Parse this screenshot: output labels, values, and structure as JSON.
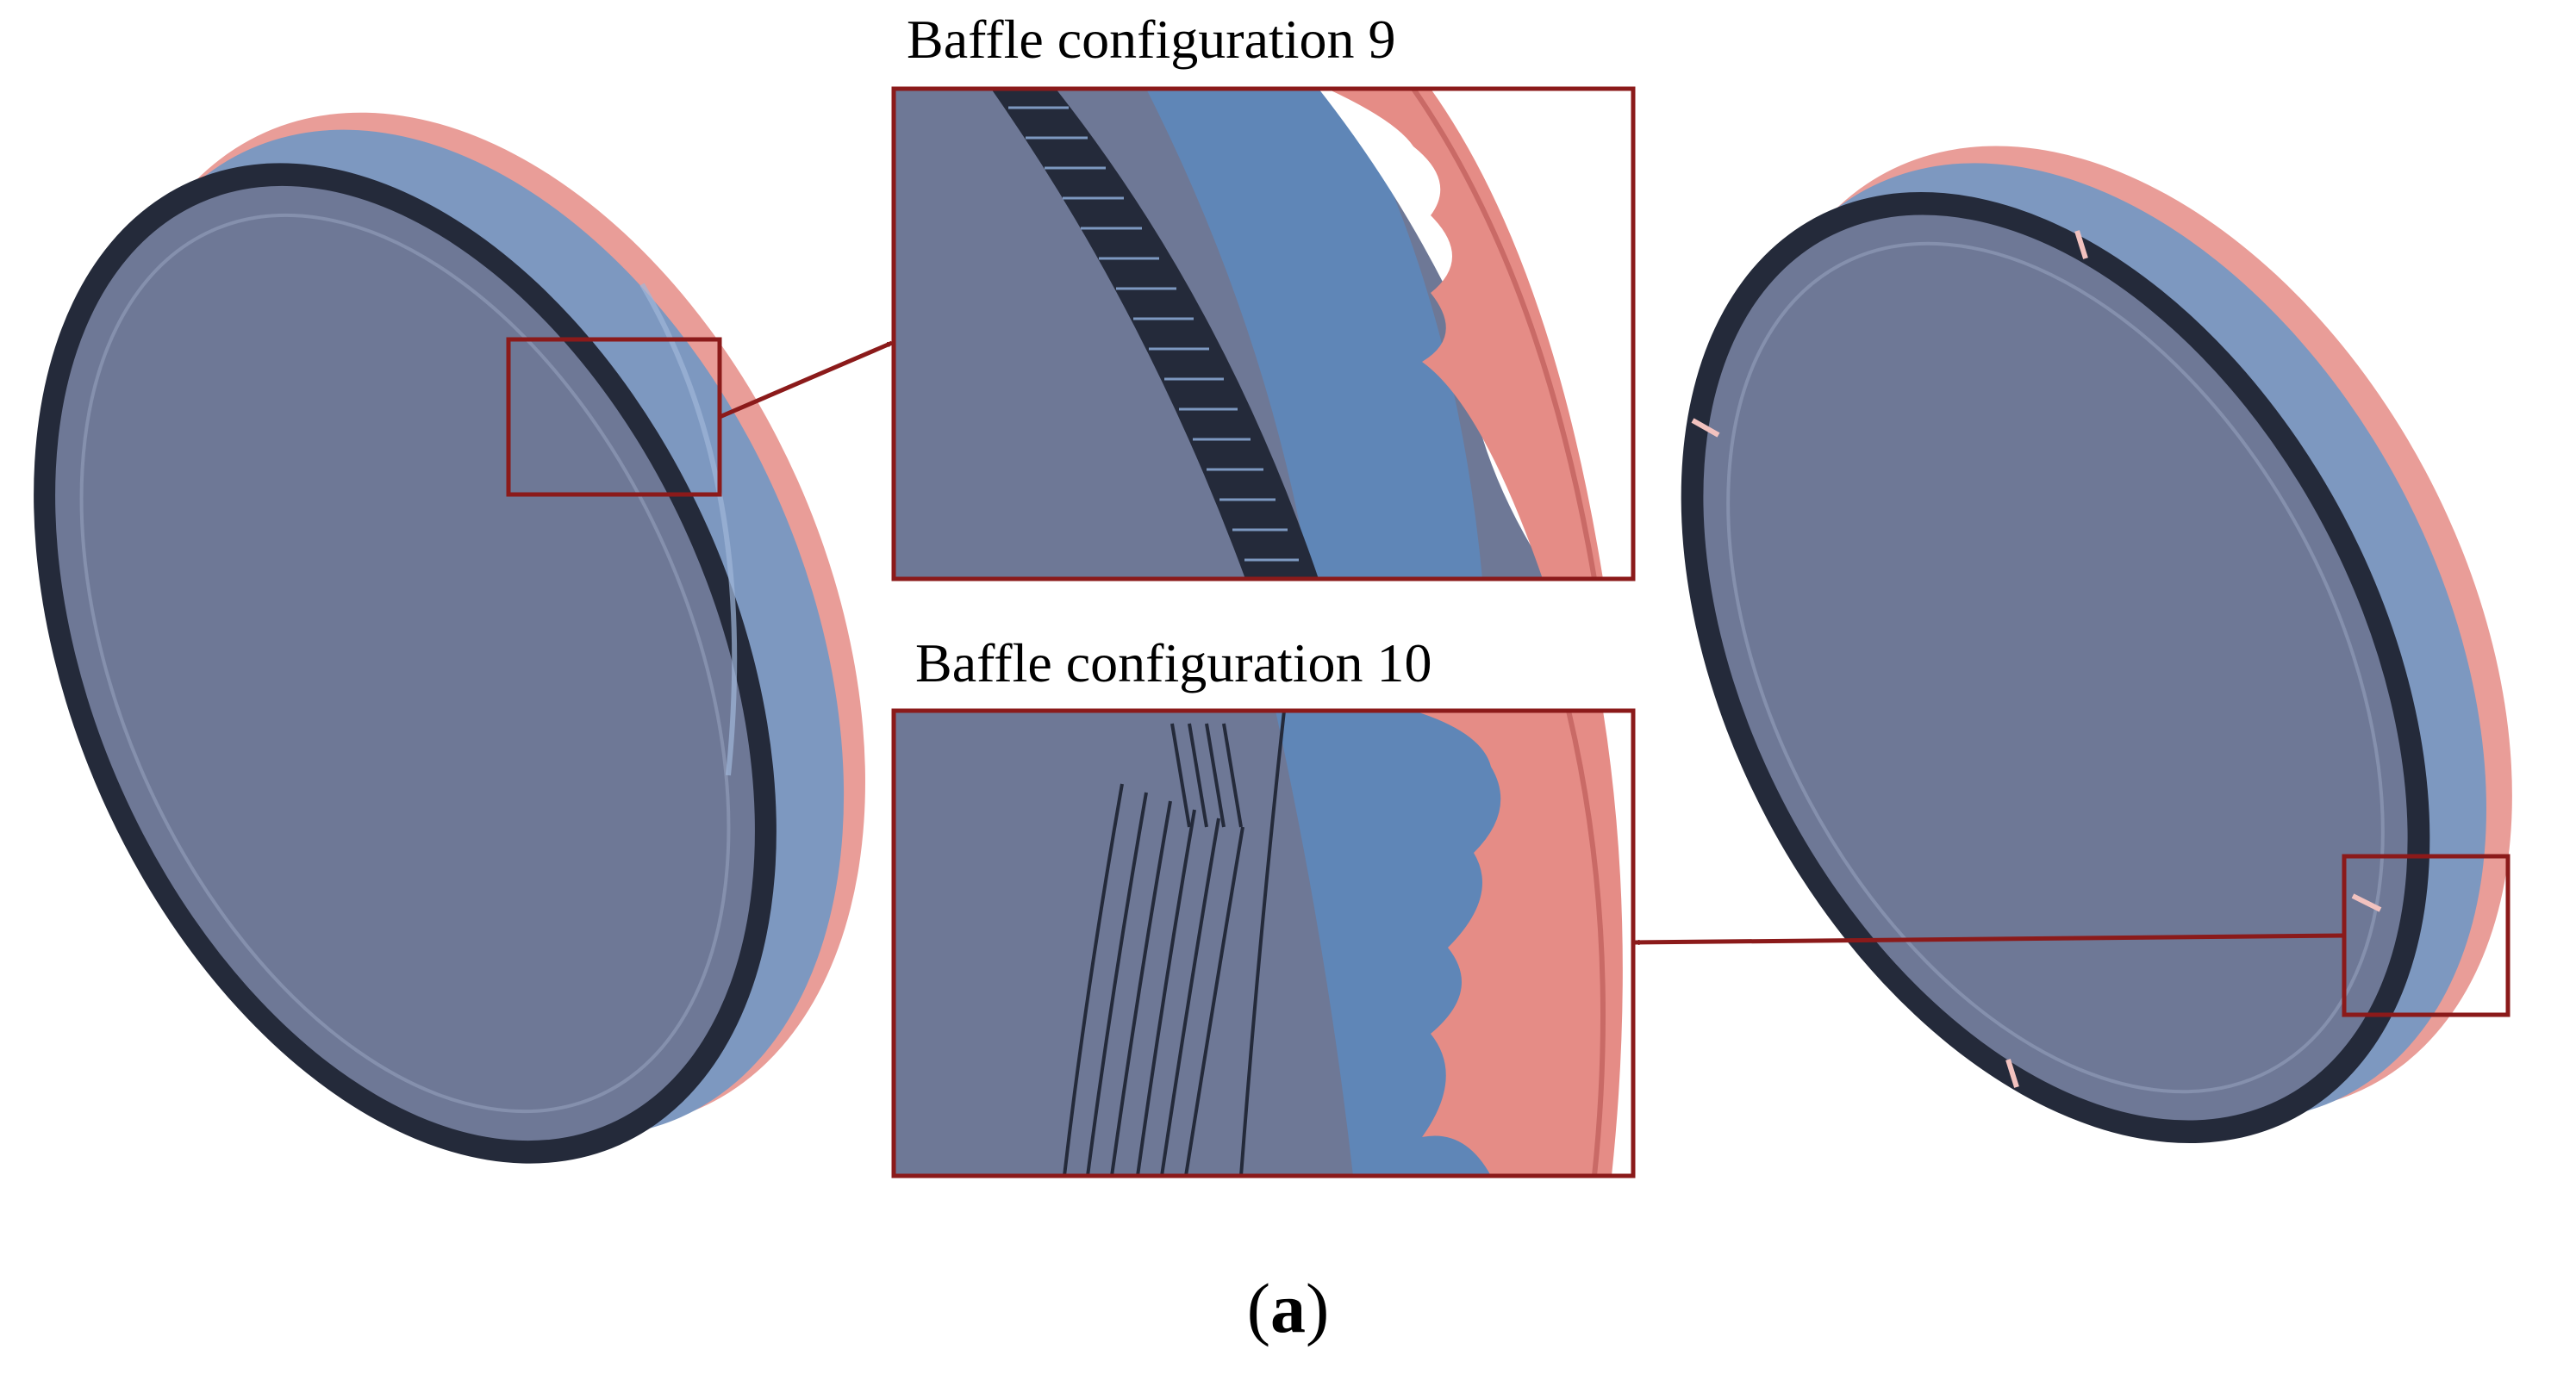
{
  "labels": {
    "config_9": "Baffle configuration 9",
    "config_10": "Baffle configuration 10"
  },
  "caption": {
    "open": "(",
    "letter": "a",
    "close": ")"
  },
  "colors": {
    "frame": "#8b1a1a",
    "disc_face": "#6e7896",
    "disc_blue": "#5b8ec9",
    "rim_salmon": "#e58c86",
    "rim_dark": "#242a3a"
  }
}
